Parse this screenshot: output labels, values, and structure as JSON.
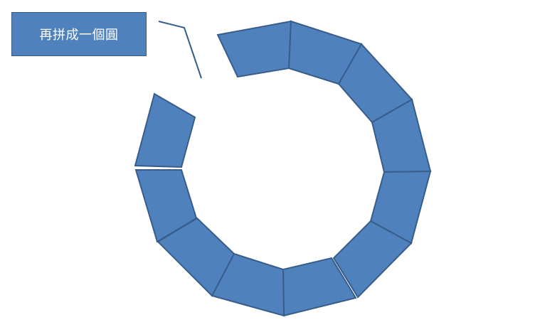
{
  "callout": {
    "text": "再拼成一個圓"
  },
  "ring": {
    "segment_count": 12,
    "segments_shown": 11,
    "fill_color": "#4f81bd",
    "stroke_color": "#385d8a"
  },
  "connector": {
    "color": "#385d8a"
  }
}
